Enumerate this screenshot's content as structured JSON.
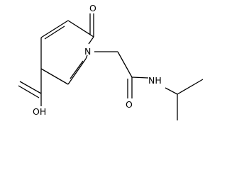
{
  "atoms": {
    "ketone_oxygen": "O",
    "ring_nitrogen": "N",
    "amide_oxygen": "O",
    "amide_nh": "NH",
    "acid_hydroxyl": "OH"
  }
}
